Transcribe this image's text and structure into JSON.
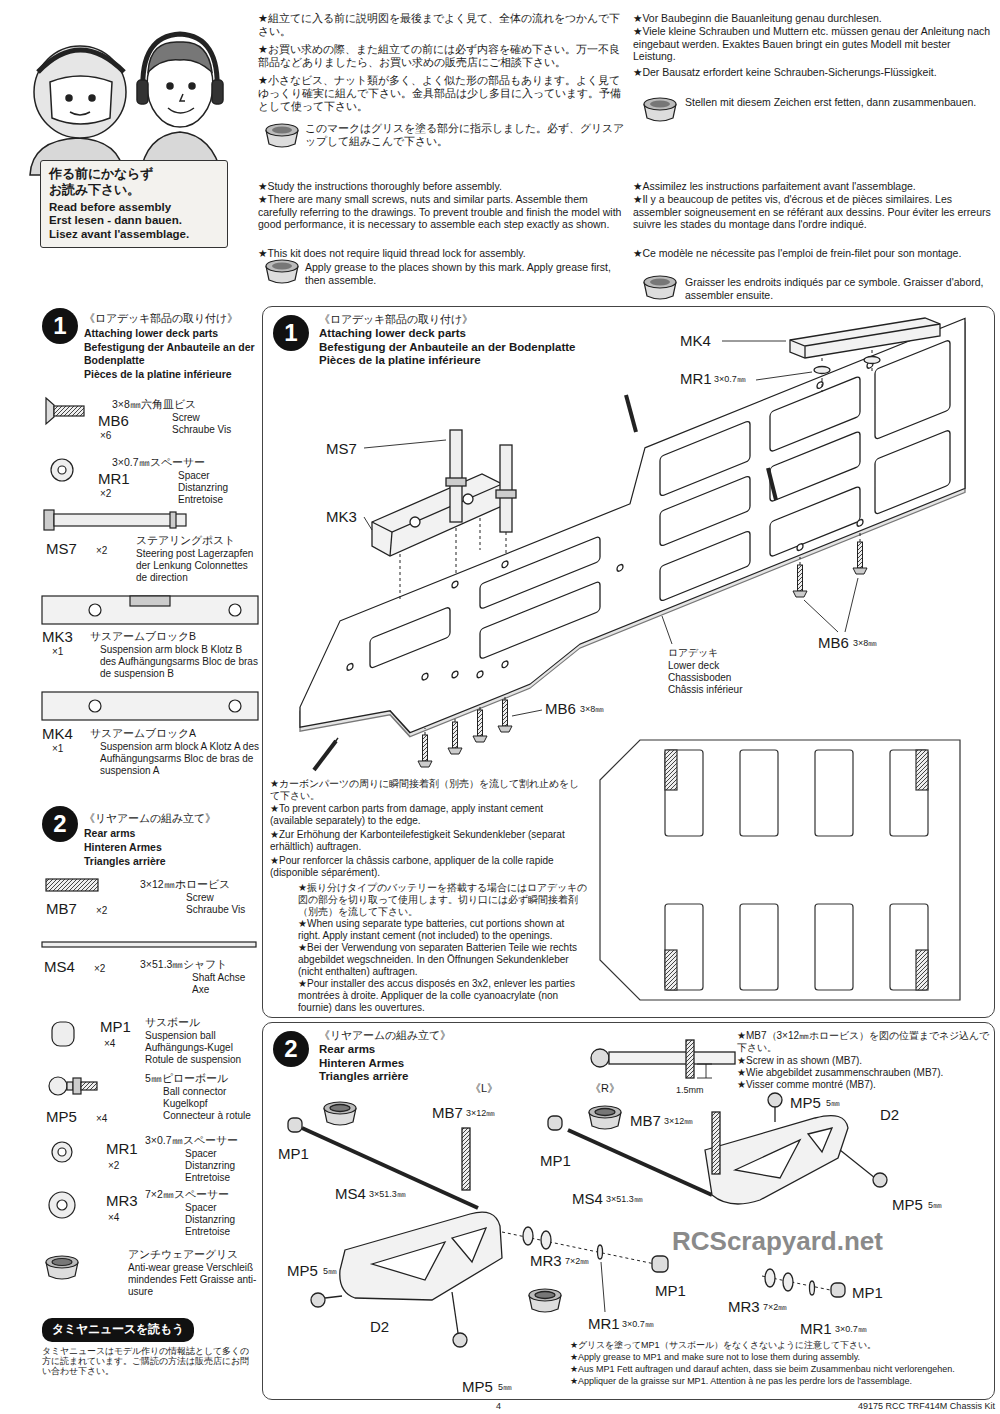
{
  "diagram": {
    "nodes": [
      {
        "text": [
          "作る前にかならず お読み下さい。",
          "Read before assembly",
          "Erst lesen - dann bauen.",
          "Lisez avant l'assemblage."
        ]
      },
      {
        "text": [
          "1"
        ]
      },
      {
        "text": [
          "《ロアデッキ部品の取り付け》",
          "Attaching lower deck parts",
          "Befestigung der Anbauteile an der Bodenplatte",
          "Pièces de la platine inférieure"
        ]
      },
      {
        "text": [
          "1"
        ],
        "in": 2
      },
      {
        "text": [
          "2"
        ]
      },
      {
        "text": [
          "《リヤアームの組み立て》",
          "Rear arms",
          "Hinteren Armes",
          "Triangles arrière"
        ]
      },
      {
        "text": [
          "2"
        ],
        "in": 5
      },
      {
        "text": [
          "タミヤニュースを読もう"
        ]
      }
    ],
    "labels": [
      "★組立てに入る前に説明図を最後までよく見て、全体の流れをつかんで下さい。",
      "★お買い求めの際、また組立ての前には必ず内容を確め下さい。万一不良部品などありましたら、お買い求めの販売店にご相談下さい。",
      "★小さなビス、ナット類が多く、よく似た形の部品もあります。よく見てゆっくり確実に組んで下さい。金具部品は少し多目に入っています。予備として使って下さい。",
      "このマークはグリスを塗る部分に指示しました。必ず、グリスアップして組みこんで下さい。",
      "★Study the instructions thoroughly before assembly.",
      "★There are many small screws, nuts and similar parts. Assemble them carefully referring to the drawings. To prevent trouble and finish the model with good performance, it is necessary to assemble each step exactly as shown.",
      "★This kit does not require liquid thread lock for assembly.",
      "Apply grease to the places shown by this mark. Apply grease first, then assemble.",
      "★Vor Baubeginn die Bauanleitung genau durchlesen.",
      "★Viele kleine Schrauben und Muttern etc. müssen genau der Anleitung nach eingebaut werden. Exaktes Bauen bringt ein gutes Modell mit bester Leistung.",
      "★Der Bausatz erfordert keine Schrauben-Sicherungs-Flüssigkeit.",
      "Stellen mit diesem Zeichen erst fetten, dann zusammenbauen.",
      "★Assimilez les instructions parfaitement avant l'assemblage.",
      "★Il y a beaucoup de petites vis, d'écrous et de pièces similaires. Les assembler soigneusement en se référant aux dessins. Pour éviter les erreurs suivre les stades du montage dans l'ordre indiqué.",
      "★Ce modèle ne nécessite pas l'emploi de frein-filet pour son montage.",
      "Graisser les endroits indiqués par ce symbole. Graisser d'abord, assembler ensuite.",
      "《ロアデッキ部品の取り付け》",
      "Attaching lower deck parts",
      "Befestigung der Anbauteile an der Bodenplatte",
      "Pièces de la platine inférieure",
      "3×8㎜六角皿ビス",
      "MB6",
      "×6",
      "Screw Schraube Vis",
      "3×0.7㎜スペーサー",
      "MR1",
      "×2",
      "Spacer Distanzring Entretoise",
      "MS7",
      "×2",
      "ステアリングポスト",
      "Steering post Lagerzapfen der Lenkung Colonnettes de direction",
      "MK3",
      "×1",
      "サスアームブロックB",
      "Suspension arm block B Klotz B des Aufhängungsarms Bloc de bras de suspension B",
      "MK4",
      "×1",
      "サスアームブロックA",
      "Suspension arm block A Klotz A des Aufhängungsarms Bloc de bras de suspension A",
      "《リヤアームの組み立て》",
      "Rear arms",
      "Hinteren Armes",
      "Triangles arrière",
      "3×12㎜ホロービス",
      "MB7",
      "×2",
      "Screw Schraube Vis",
      "MS4",
      "×2",
      "3×51.3㎜シャフト",
      "Shaft Achse Axe",
      "MP1",
      "×4",
      "サスボール",
      "Suspension ball Aufhängungs-Kugel Rotule de suspension",
      "5㎜ピローボール",
      "Ball connector Kugelkopf Connecteur à rotule",
      "MP5",
      "×4",
      "MR1",
      "×2",
      "3×0.7㎜スペーサー",
      "Spacer Distanzring Entretoise",
      "MR3",
      "×4",
      "7×2㎜スペーサー",
      "Spacer Distanzring Entretoise",
      "アンチウェアーグリス",
      "Anti-wear grease Verschleiß mindendes Fett Graisse anti-usure",
      "タミヤニュースはモデル作りの情報誌として多くの方に読まれています。ご購読の方法は販売店にお問い合わせ下さい。",
      "MK4",
      "MR1",
      "3×0.7㎜",
      "MS7",
      "MK3",
      "ロアデッキ",
      "Lower deck Chassisboden Châssis inférieur",
      "MB6",
      "3×8㎜",
      "MB6",
      "3×8㎜",
      "★カーボンパーツの周りに瞬間接着剤（別売）を流して割れ止めをして下さい。",
      "★To prevent carbon parts from damage, apply instant cement (available separately) to the edge.",
      "★Zur Erhöhung der Karbonteilefestigkeit Sekundenkleber (separat erhältlich) auftragen.",
      "★Pour renforcer la châssis carbone, appliquer de la colle rapide (disponible séparément).",
      "★振り分けタイプのバッテリーを搭載する場合にはロアデッキの図の部分を切り取って使用します。切り口には必ず瞬間接着剤（別売）を流して下さい。",
      "★When using separate type batteries, cut portions shown at right. Apply instant cement (not included) to the openings.",
      "★Bei der Verwendung von separaten Batterien Teile wie rechts abgebildet wegschneiden. In den Öffnungen Sekundenkleber (nicht enthalten) auftragen.",
      "★Pour installer des accus disposés en 3x2, enlever les parties montrées à droite. Appliquer de la colle cyanoacrylate (non fournie) dans les ouvertures.",
      "《L》",
      "《R》",
      "MP1",
      "MB7",
      "3×12㎜",
      "MS4",
      "3×51.3㎜",
      "MP5",
      "5㎜",
      "D2",
      "MP5",
      "5㎜",
      "MP1",
      "MB7",
      "3×12㎜",
      "MS4",
      "3×51.3㎜",
      "MR3",
      "7×2㎜",
      "MP1",
      "MR1",
      "3×0.7㎜",
      "MP5",
      "5㎜",
      "D2",
      "MP5",
      "5㎜",
      "MP1",
      "MR3",
      "7×2㎜",
      "MR1",
      "3×0.7㎜",
      "1.5mm",
      "★MB7（3×12㎜ホロービス）を図の位置までネジ込んで下さい。",
      "★Screw in as shown (MB7).",
      "★Wie abgebildet zusammenschrauben (MB7).",
      "★Visser comme montré (MB7).",
      "★グリスを塗ってMP1（サスボール）をなくさないように注意して下さい。",
      "★Apply grease to MP1 and make sure not to lose them during assembly.",
      "★Aus MP1 Fett auftragen und darauf achten, dass sie beim Zusammenbau nicht verlorengehen.",
      "★Appliquer de la graisse sur MP1. Attention à ne pas les perdre lors de l'assemblage.",
      "4",
      "49175 RCC TRF414M Chassis Kit",
      "RCScrapyard.net"
    ]
  }
}
